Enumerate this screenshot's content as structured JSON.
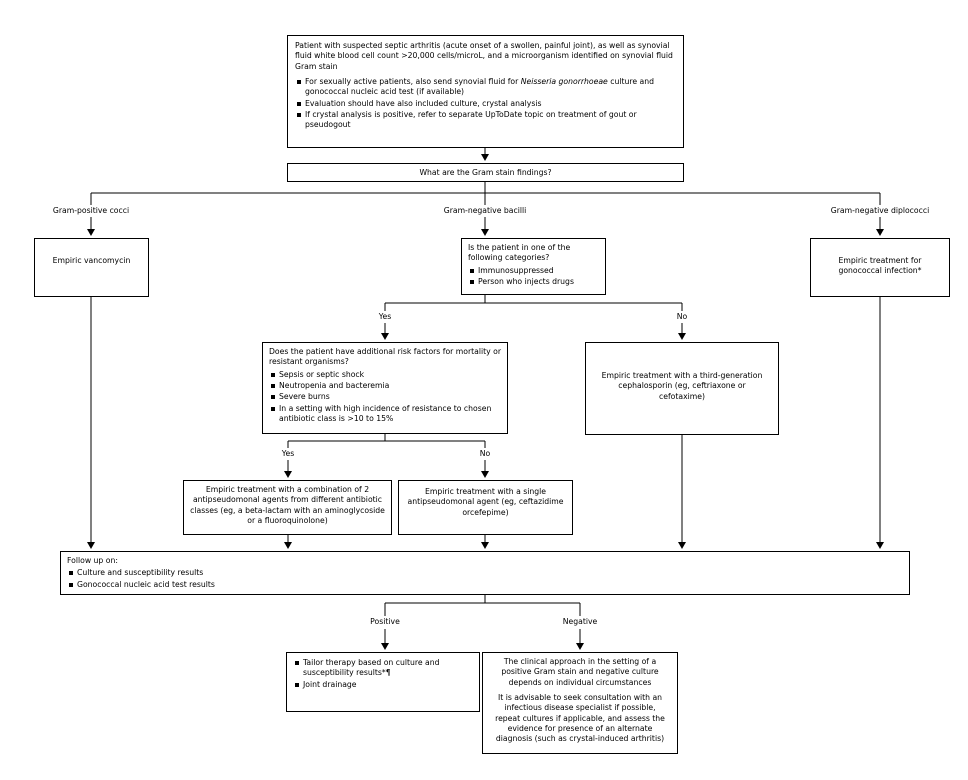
{
  "start": {
    "text": "Patient with suspected septic arthritis (acute onset of a swollen, painful joint), as well as synovial fluid white blood cell count >20,000 cells/microL, and a microorganism identified on synovial fluid Gram stain",
    "bullet1_pre": "For sexually active patients, also send synovial fluid for ",
    "bullet1_italic": "Neisseria gonorrhoeae",
    "bullet1_post": " culture and gonococcal nucleic acid test (if available)",
    "bullet2": "Evaluation should have also included culture, crystal analysis",
    "bullet3": "If crystal analysis is positive, refer to separate UpToDate topic on treatment of gout or pseudogout"
  },
  "gram_question": "What are the Gram stain findings?",
  "branch_labels": {
    "gpc": "Gram-positive cocci",
    "gnb": "Gram-negative bacilli",
    "gnd": "Gram-negative diplococci"
  },
  "vancomycin": "Empiric vancomycin",
  "gonococcal": "Empiric treatment for gonococcal infection*",
  "category_question": {
    "text": "Is the patient in one of the following categories?",
    "items": [
      "Immunosuppressed",
      "Person who injects drugs"
    ]
  },
  "yes_label": "Yes",
  "no_label": "No",
  "risk_question": {
    "text": "Does the patient have additional risk factors for mortality or resistant organisms?",
    "items": [
      "Sepsis or septic shock",
      "Neutropenia and bacteremia",
      "Severe burns",
      "In a setting with high incidence of resistance to chosen antibiotic class is >10 to 15%"
    ]
  },
  "third_gen": "Empiric treatment with a third-generation cephalosporin (eg, ceftriaxone or cefotaxime)",
  "combination": "Empiric treatment with a combination of 2 antipseudomonal agents from different antibiotic classes (eg, a beta-lactam with an aminoglycoside or a fluoroquinolone)",
  "single": "Empiric treatment with a single antipseudomonal agent (eg, ceftazidime orcefepime)",
  "followup": {
    "title": "Follow up on:",
    "items": [
      "Culture and susceptibility results",
      "Gonococcal nucleic acid test results"
    ]
  },
  "positive_label": "Positive",
  "negative_label": "Negative",
  "positive_box": {
    "items": [
      "Tailor therapy based on culture and susceptibility results*¶",
      "Joint drainage"
    ]
  },
  "negative_box": {
    "p1": "The clinical approach in the setting of a positive Gram stain and negative culture depends on individual circumstances",
    "p2": "It is advisable to seek consultation with an infectious disease specialist if possible, repeat cultures if applicable, and assess the evidence for presence of an alternate diagnosis (such as crystal-induced arthritis)"
  }
}
